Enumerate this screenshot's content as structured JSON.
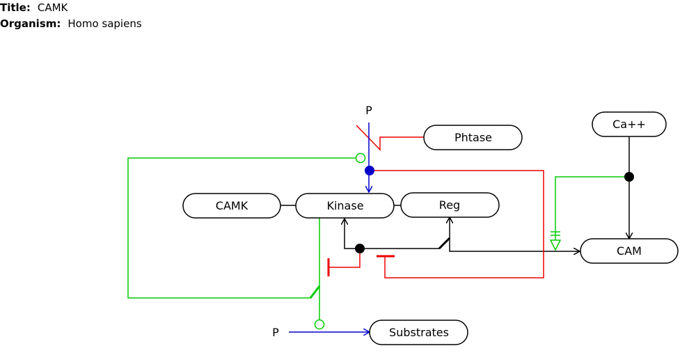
{
  "header": {
    "title_label": "Title:",
    "title_value": "CAMK",
    "organism_label": "Organism:",
    "organism_value": "Homo sapiens"
  },
  "nodes": {
    "camk": "CAMK",
    "kinase": "Kinase",
    "reg": "Reg",
    "phtase": "Phtase",
    "ca": "Ca++",
    "cam": "CAM",
    "substrates": "Substrates"
  },
  "labels": {
    "p_top": "P",
    "p_bottom": "P"
  },
  "colors": {
    "black": "#000000",
    "green": "#00cc00",
    "red": "#ee0000",
    "blue": "#0000cc"
  }
}
